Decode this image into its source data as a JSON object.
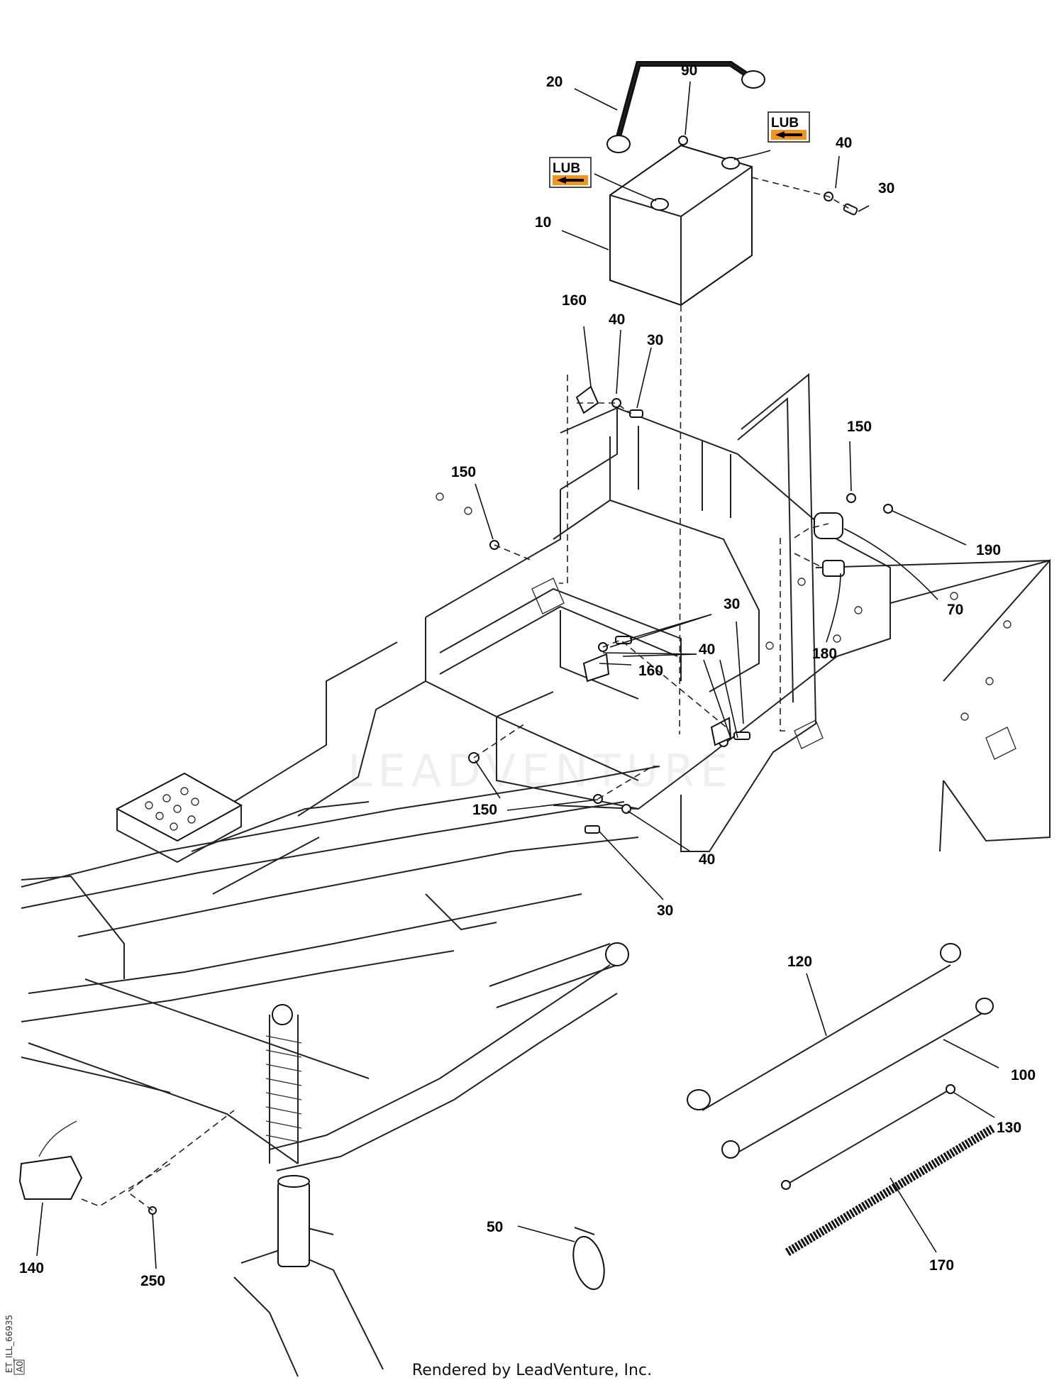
{
  "callouts": [
    {
      "label": "20"
    },
    {
      "label": "90"
    },
    {
      "label": "LUB"
    },
    {
      "label": "40"
    },
    {
      "label": "30"
    },
    {
      "label": "LUB"
    },
    {
      "label": "10"
    },
    {
      "label": "160"
    },
    {
      "label": "40"
    },
    {
      "label": "30"
    },
    {
      "label": "150"
    },
    {
      "label": "150"
    },
    {
      "label": "190"
    },
    {
      "label": "70"
    },
    {
      "label": "30"
    },
    {
      "label": "40"
    },
    {
      "label": "160"
    },
    {
      "label": "180"
    },
    {
      "label": "150"
    },
    {
      "label": "40"
    },
    {
      "label": "30"
    },
    {
      "label": "120"
    },
    {
      "label": "100"
    },
    {
      "label": "130"
    },
    {
      "label": "50"
    },
    {
      "label": "170"
    },
    {
      "label": "140"
    },
    {
      "label": "250"
    }
  ],
  "watermark": "LEADVENTURE",
  "footer": "Rendered by LeadVenture, Inc.",
  "figure_id": "ET_ILL_66935",
  "figure_rev": "A0",
  "lub_color": "#F7941D"
}
